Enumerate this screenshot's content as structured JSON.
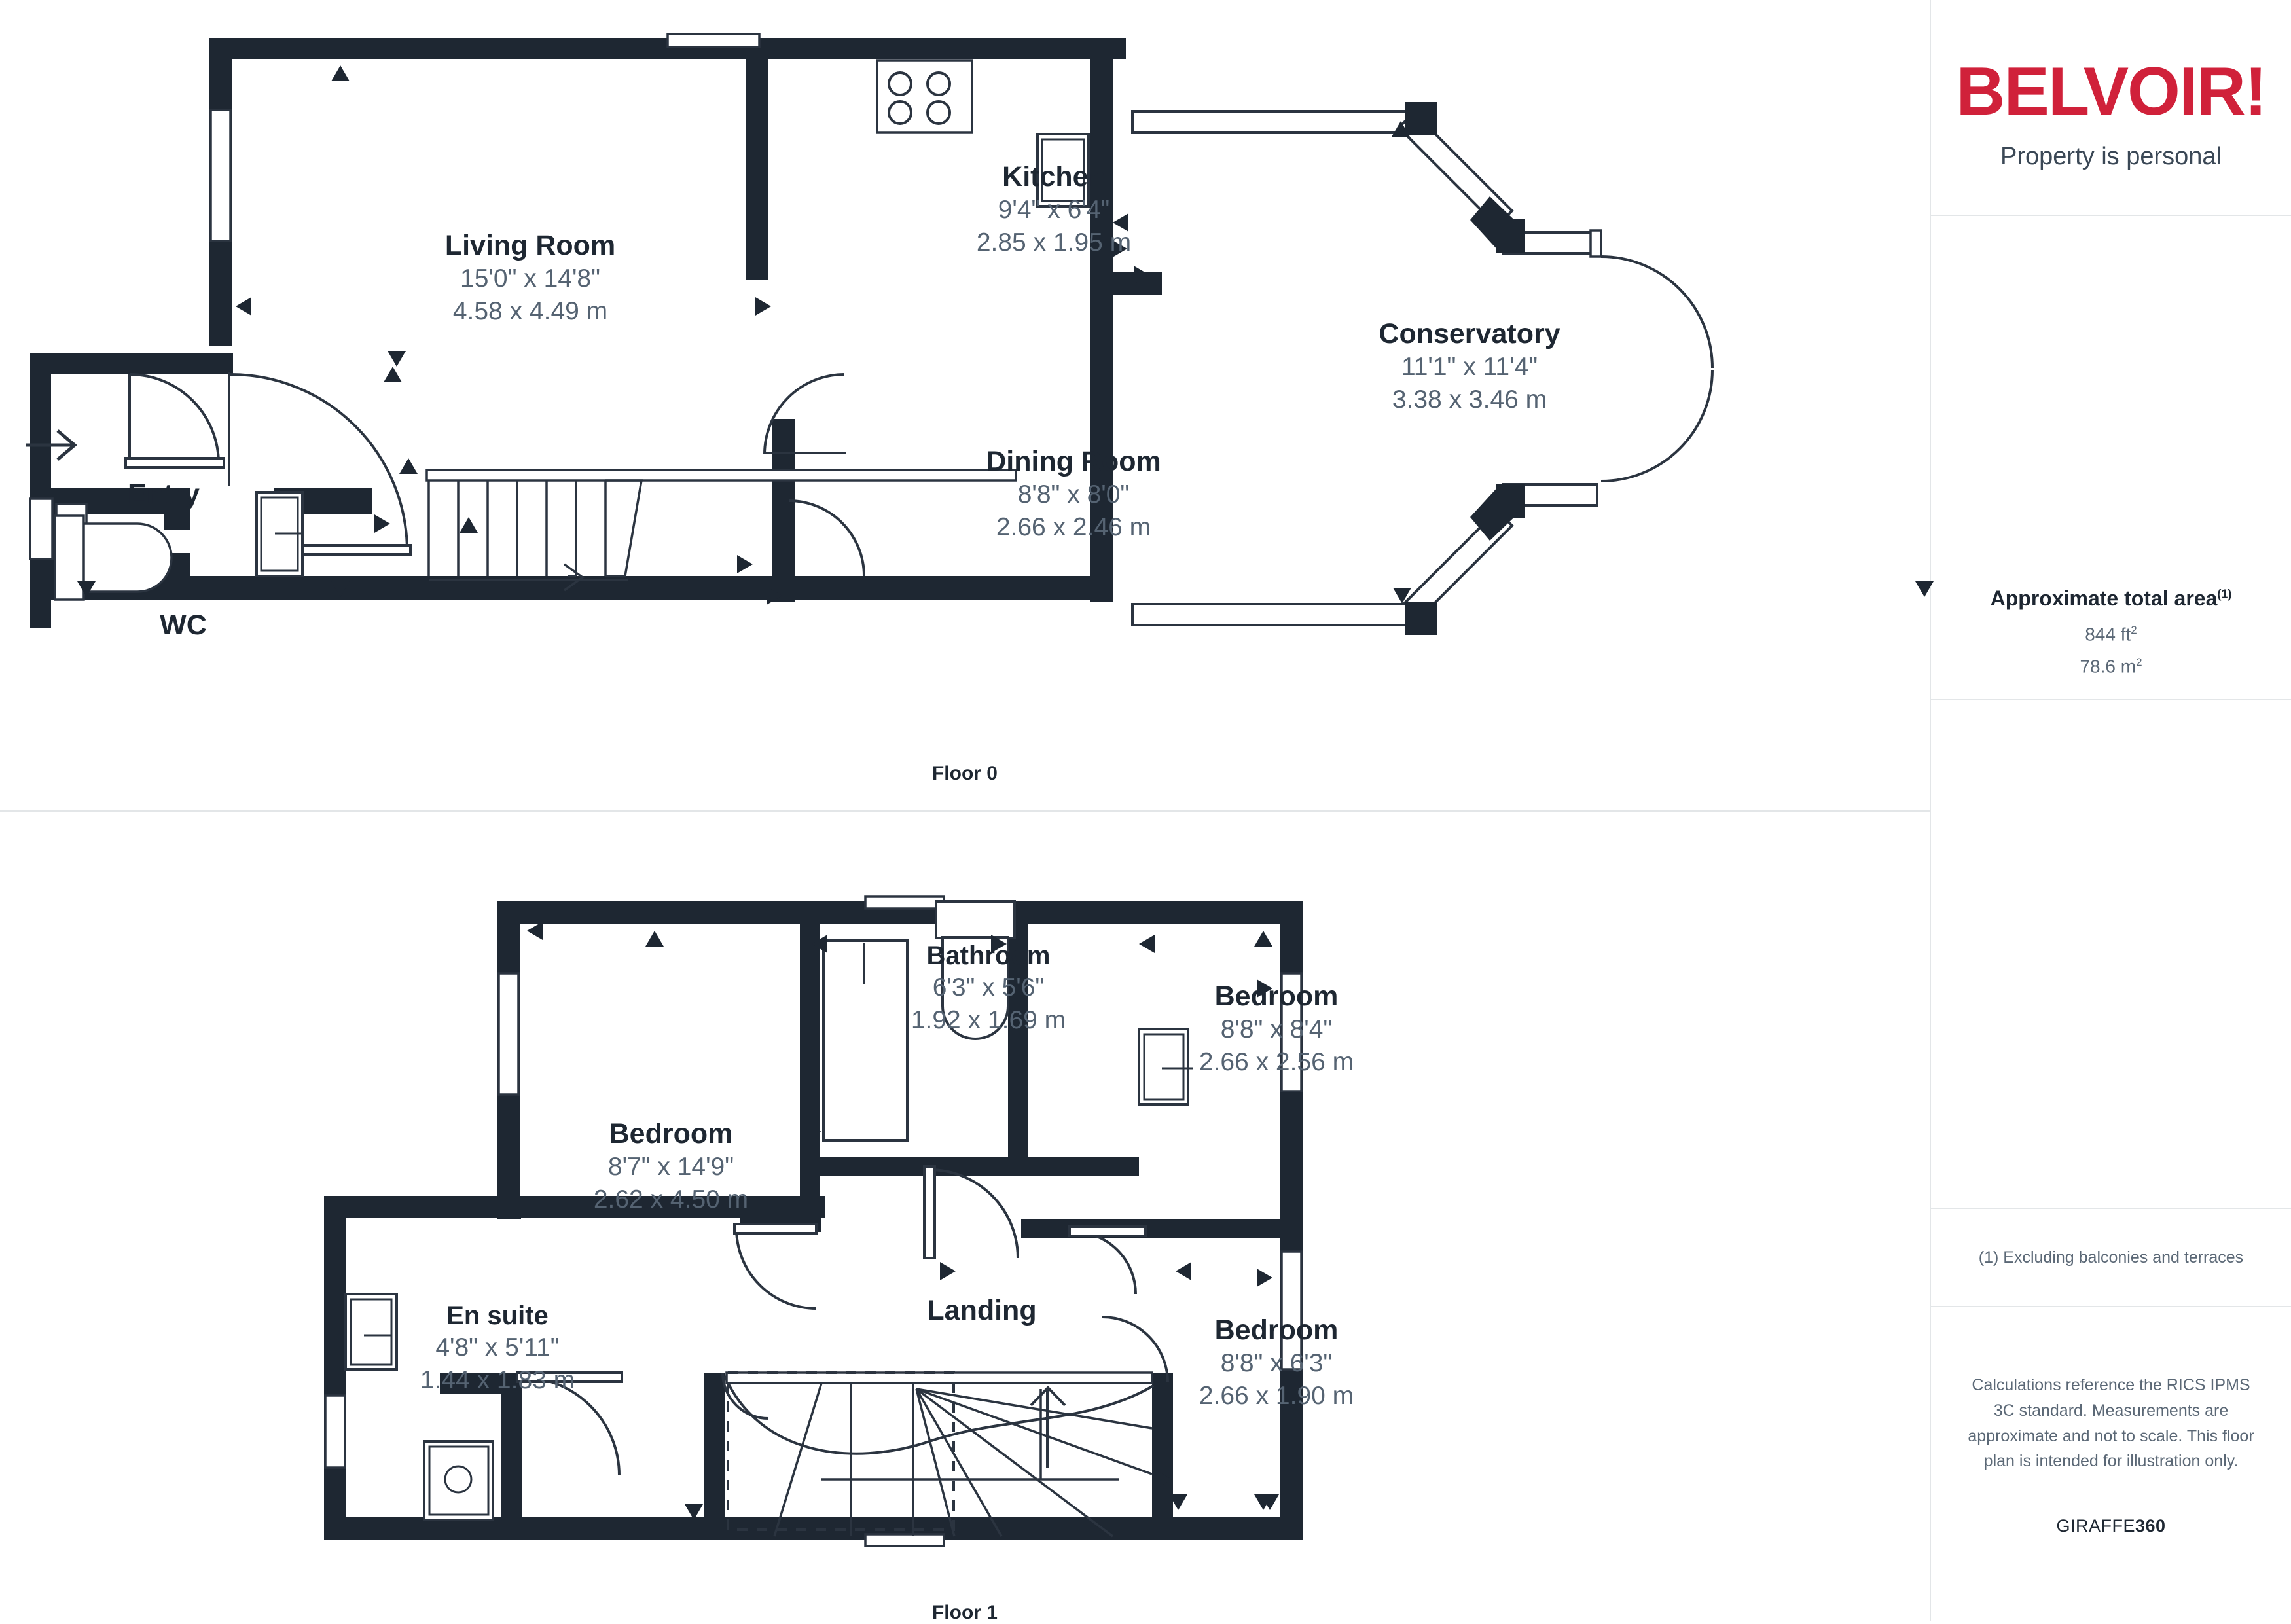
{
  "brand": {
    "name": "BELVOIR!",
    "tagline": "Property is personal",
    "color": "#d0213a"
  },
  "sidebar": {
    "area_title": "Approximate total area",
    "area_title_sup": "(1)",
    "area_sqft": "844 ft",
    "area_sqft_sup": "2",
    "area_sqm": "78.6 m",
    "area_sqm_sup": "2",
    "footnote": "(1) Excluding balconies and terraces",
    "disclaimer": "Calculations reference the RICS IPMS 3C standard. Measurements are approximate and not to scale. This floor plan is intended for illustration only.",
    "provider_prefix": "GIRAFFE",
    "provider_suffix": "360"
  },
  "floors": [
    {
      "label": "Floor 0"
    },
    {
      "label": "Floor 1"
    }
  ],
  "rooms": {
    "living_room": {
      "name": "Living Room",
      "imperial": "15'0\" x 14'8\"",
      "metric": "4.58 x 4.49 m"
    },
    "kitchen": {
      "name": "Kitchen",
      "imperial": "9'4\" x 6'4\"",
      "metric": "2.85 x 1.95 m"
    },
    "dining_room": {
      "name": "Dining Room",
      "imperial": "8'8\" x 8'0\"",
      "metric": "2.66 x 2.46 m"
    },
    "conservatory": {
      "name": "Conservatory",
      "imperial": "11'1\" x 11'4\"",
      "metric": "3.38 x 3.46 m"
    },
    "entry": {
      "name": "Entry"
    },
    "wc": {
      "name": "WC"
    },
    "bathroom": {
      "name": "Bathroom",
      "imperial": "6'3\" x 5'6\"",
      "metric": "1.92 x 1.69 m"
    },
    "bedroom_main": {
      "name": "Bedroom",
      "imperial": "8'7\" x 14'9\"",
      "metric": "2.62 x 4.50 m"
    },
    "bedroom_2": {
      "name": "Bedroom",
      "imperial": "8'8\" x 8'4\"",
      "metric": "2.66 x 2.56 m"
    },
    "bedroom_3": {
      "name": "Bedroom",
      "imperial": "8'8\" x 6'3\"",
      "metric": "2.66 x 1.90 m"
    },
    "en_suite": {
      "name": "En suite",
      "imperial": "4'8\" x 5'11\"",
      "metric": "1.44 x 1.83 m"
    },
    "landing": {
      "name": "Landing"
    }
  },
  "colors": {
    "wall": "#1e2732",
    "line": "#2b3440",
    "text_dark": "#1e2732",
    "text_muted": "#556372",
    "divider": "#e3e6e8",
    "background": "#ffffff"
  }
}
